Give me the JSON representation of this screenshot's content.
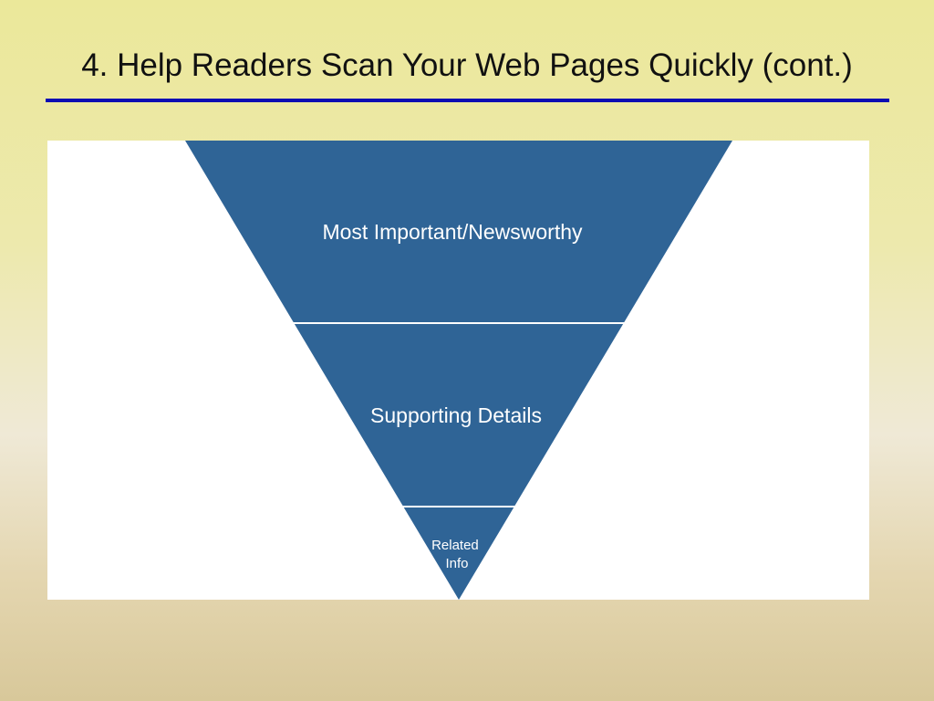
{
  "slide": {
    "title": "4. Help Readers Scan Your Web Pages Quickly (cont.)"
  },
  "colors": {
    "title_rule": "#0d0db3",
    "pyramid_fill": "#2f6496",
    "divider": "#ffffff",
    "label": "#ffffff",
    "panel": "#ffffff"
  },
  "pyramid": {
    "tiers": [
      {
        "label": "Most Important/Newsworthy"
      },
      {
        "label": "Supporting Details"
      },
      {
        "label_lines": [
          "Related",
          "Info"
        ]
      }
    ]
  }
}
